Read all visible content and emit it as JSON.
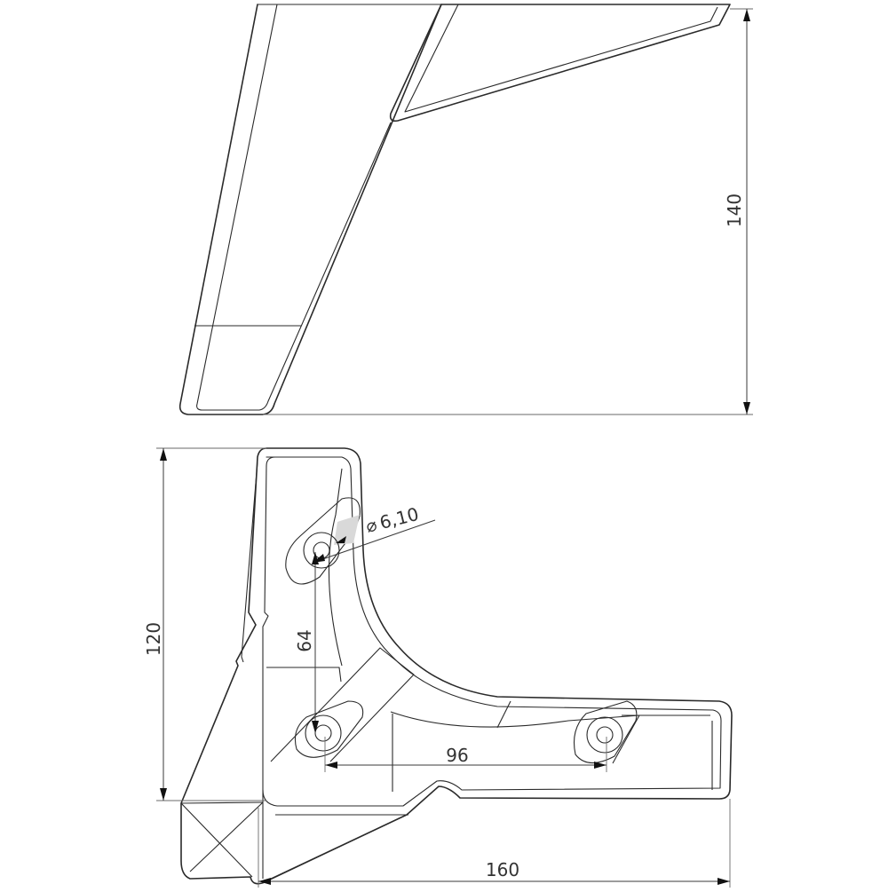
{
  "dimensions": {
    "height_side_view": "140",
    "depth_plan_view": "120",
    "width_plan_view": "160",
    "hole_spacing_vertical": "64",
    "hole_spacing_horizontal": "96",
    "hole_diameter": "6,10",
    "hole_diameter_symbol": "⌀"
  },
  "colors": {
    "line": "#2a2a2a",
    "dimension": "#3a3a3a",
    "background": "#ffffff"
  }
}
